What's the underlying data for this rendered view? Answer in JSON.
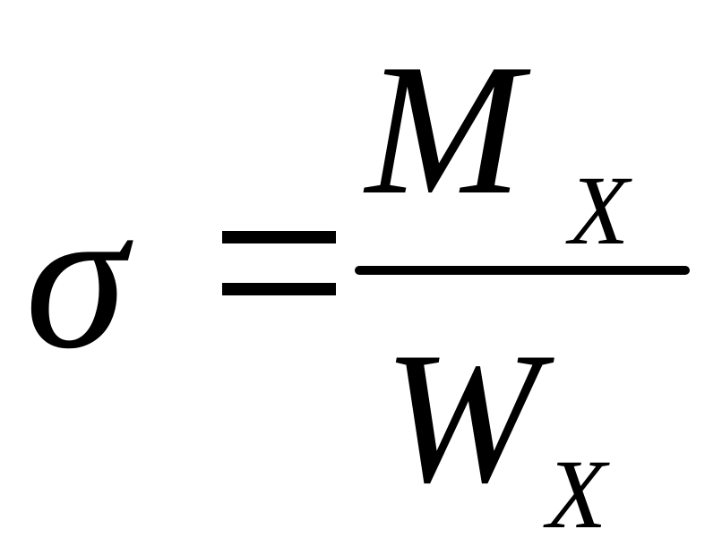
{
  "formula": {
    "lhs": "σ",
    "numerator": {
      "symbol": "M",
      "subscript": "X"
    },
    "denominator": {
      "symbol": "W",
      "subscript": "X"
    }
  }
}
